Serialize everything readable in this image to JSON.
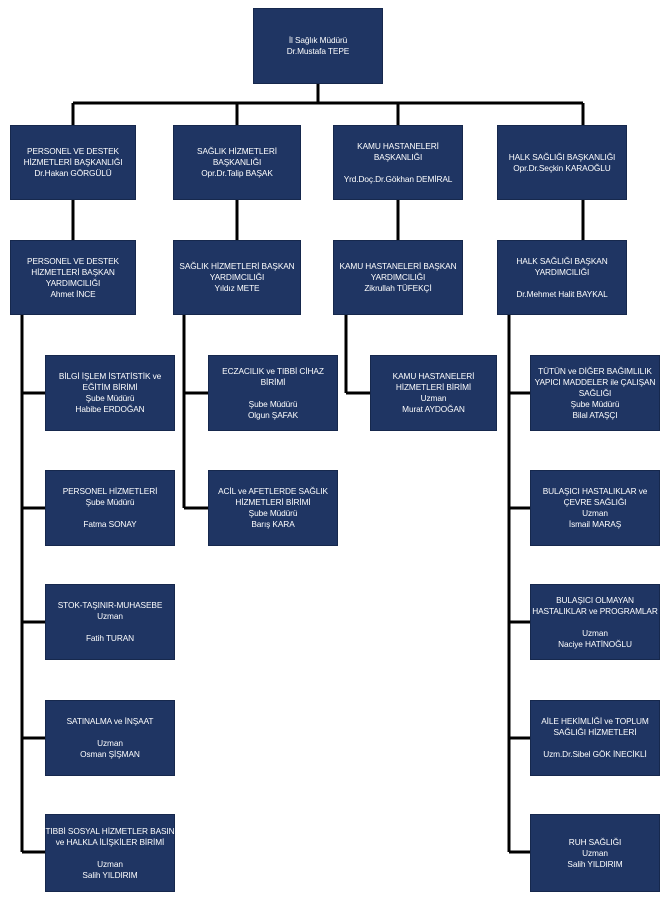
{
  "colors": {
    "box_fill": "#1f3563",
    "box_text": "#ffffff",
    "connector": "#000000",
    "background": "#ffffff"
  },
  "director": {
    "lines": [
      "İl Sağlık Müdürü",
      "Dr.Mustafa TEPE"
    ]
  },
  "departments": [
    {
      "head": {
        "lines": [
          "PERSONEL VE DESTEK",
          "HİZMETLERİ BAŞKANLIĞI",
          "Dr.Hakan GÖRGÜLÜ"
        ]
      },
      "deputy": {
        "lines": [
          "PERSONEL VE DESTEK",
          "HİZMETLERİ BAŞKAN",
          "YARDIMCILIĞI",
          "Ahmet İNCE"
        ]
      },
      "units": [
        {
          "lines": [
            "BİLGİ İŞLEM İSTATİSTİK ve",
            "EĞİTİM BİRİMİ",
            "Şube Müdürü",
            "Habibe ERDOĞAN"
          ]
        },
        {
          "lines": [
            "PERSONEL HİZMETLERİ",
            "Şube Müdürü",
            "",
            "Fatma SONAY"
          ]
        },
        {
          "lines": [
            "STOK-TAŞINIR-MUHASEBE",
            "Uzman",
            "",
            "Fatih TURAN"
          ]
        },
        {
          "lines": [
            "SATINALMA ve İNŞAAT",
            "",
            "Uzman",
            "Osman ŞİŞMAN"
          ]
        },
        {
          "lines": [
            "TIBBİ SOSYAL HİZMETLER BASIN",
            "ve HALKLA İLİŞKİLER BİRİMİ",
            "",
            "Uzman",
            "Salih YILDIRIM"
          ]
        }
      ]
    },
    {
      "head": {
        "lines": [
          "SAĞLIK HİZMETLERİ",
          "BAŞKANLIĞI",
          "Opr.Dr.Talip BAŞAK"
        ]
      },
      "deputy": {
        "lines": [
          "SAĞLIK HİZMETLERİ BAŞKAN",
          "YARDIMCILIĞI",
          "Yıldız METE"
        ]
      },
      "units": [
        {
          "lines": [
            "ECZACILIK ve TIBBİ CİHAZ",
            "BİRİMİ",
            "",
            "Şube Müdürü",
            "Olgun ŞAFAK"
          ]
        },
        {
          "lines": [
            "ACİL ve AFETLERDE SAĞLIK",
            "HİZMETLERİ BİRİMİ",
            "Şube Müdürü",
            "Barış KARA"
          ]
        }
      ]
    },
    {
      "head": {
        "lines": [
          "KAMU HASTANELERİ",
          "BAŞKANLIĞI",
          "",
          "Yrd.Doç.Dr.Gökhan DEMİRAL"
        ]
      },
      "deputy": {
        "lines": [
          "KAMU HASTANELERİ BAŞKAN",
          "YARDIMCILIĞI",
          "Zikrullah TÜFEKÇİ"
        ]
      },
      "units": [
        {
          "lines": [
            "KAMU HASTANELERİ",
            "HİZMETLERİ BİRİMİ",
            "Uzman",
            "Murat AYDOĞAN"
          ]
        }
      ]
    },
    {
      "head": {
        "lines": [
          "HALK SAĞLIĞI BAŞKANLIĞI",
          "Opr.Dr.Seçkin KARAOĞLU"
        ]
      },
      "deputy": {
        "lines": [
          "HALK SAĞLIĞI BAŞKAN",
          "YARDIMCILIĞI",
          "",
          "Dr.Mehmet Halit BAYKAL"
        ]
      },
      "units": [
        {
          "lines": [
            "TÜTÜN ve DİĞER BAĞIMLILIK",
            "YAPICI MADDELER ile ÇALIŞAN",
            "SAĞLIĞI",
            "Şube Müdürü",
            "Bilal ATAŞÇI"
          ]
        },
        {
          "lines": [
            "BULAŞICI HASTALIKLAR ve",
            "ÇEVRE SAĞLIĞI",
            "Uzman",
            "İsmail MARAŞ"
          ]
        },
        {
          "lines": [
            "BULAŞICI OLMAYAN",
            "HASTALIKLAR ve PROGRAMLAR",
            "",
            "Uzman",
            "Naciye HATİNOĞLU"
          ]
        },
        {
          "lines": [
            "AİLE HEKİMLİĞİ ve TOPLUM",
            "SAĞLIĞI HİZMETLERİ",
            "",
            "Uzm.Dr.Sibel GÖK İNECİKLİ"
          ]
        },
        {
          "lines": [
            "RUH SAĞLIĞI",
            "Uzman",
            "Salih YILDIRIM"
          ]
        }
      ]
    }
  ]
}
